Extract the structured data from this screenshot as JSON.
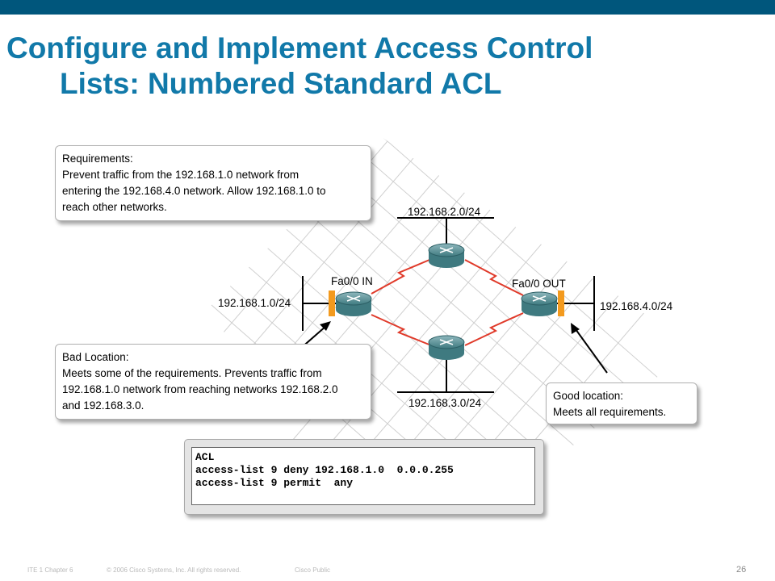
{
  "slide": {
    "title_line1": "Configure and Implement Access Control",
    "title_line2": "Lists: Numbered Standard ACL",
    "colors": {
      "topbar": "#00567c",
      "title": "#1179a9",
      "link": "#e03a2a",
      "filter": "#f39a1e"
    }
  },
  "callouts": {
    "requirements": {
      "heading": "Requirements:",
      "lines": [
        "Prevent traffic from the 192.168.1.0 network from",
        "entering the 192.168.4.0 network. Allow 192.168.1.0 to",
        "reach other networks."
      ]
    },
    "bad_location": {
      "heading": "Bad Location:",
      "lines": [
        "Meets some of the requirements. Prevents traffic from",
        "192.168.1.0 network from reaching networks 192.168.2.0",
        "and 192.168.3.0."
      ]
    },
    "good_location": {
      "heading": "Good location:",
      "lines": [
        "Meets all requirements."
      ]
    }
  },
  "networks": {
    "net2": "192.168.2.0/24",
    "net1": "192.168.1.0/24",
    "net4": "192.168.4.0/24",
    "net3": "192.168.3.0/24"
  },
  "interfaces": {
    "left": "Fa0/0 IN",
    "right": "Fa0/0 OUT"
  },
  "acl": {
    "lines": [
      "ACL",
      "access-list 9 deny 192.168.1.0  0.0.0.255",
      "access-list 9 permit  any"
    ]
  },
  "icons": [
    "router-icon",
    "serial-link-icon",
    "ethernet-segment-icon",
    "acl-filter-marker-icon",
    "pointer-arrow-icon"
  ],
  "footer": {
    "chapter": "ITE 1 Chapter 6",
    "copyright": "© 2006 Cisco Systems, Inc. All rights reserved.",
    "classification": "Cisco Public",
    "page": "26"
  }
}
